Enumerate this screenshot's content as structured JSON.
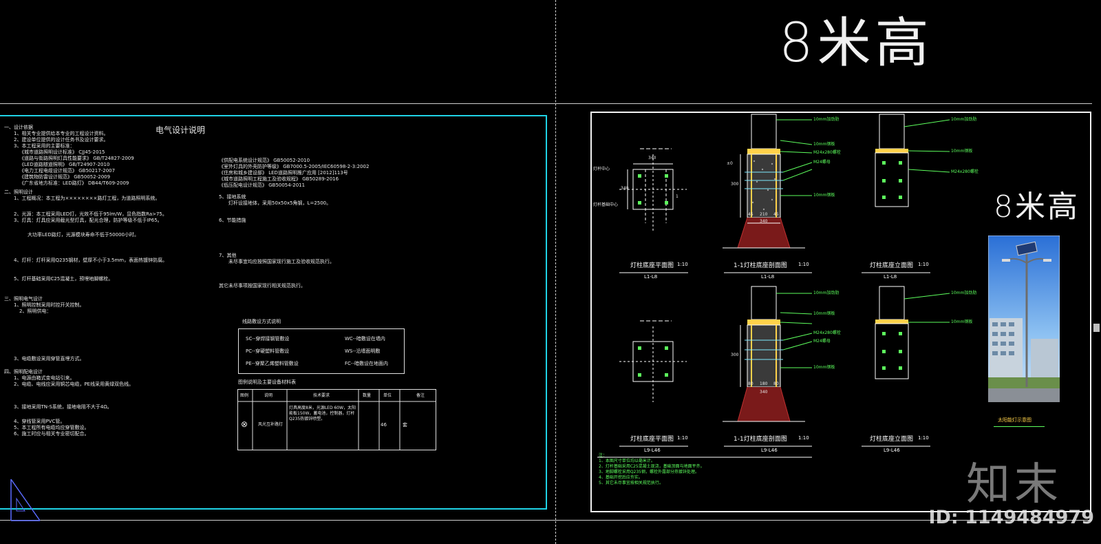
{
  "titles": {
    "header_big": "8米高",
    "side_big": "8米高",
    "design_title": "电气设计说明"
  },
  "notes": [
    "一、设计依据",
    "1、相关专业提供给本专业的工程设计资料。",
    "2、建设单位提供的设计任务书及设计要求。",
    "3、本工程采用的主要标准：",
    "《城市道路照明设计标准》 CJJ45-2015",
    "《道路与街路照明灯具性能要求》 GB/T24827-2009",
    "《LED道路隧道照明》 GB/T24907-2010",
    "《电力工程电缆设计规范》 GB50217-2007",
    "《建筑物防雷设计规范》 GB50052-2009",
    "《广东省地方标准：LED路灯》 DB44/T609-2009",
    "二、照明设计",
    "1、工程概况：本工程为××××××××路灯工程，为道路照明系统。",
    "2、光源：本工程采用LED灯，光效不低于95lm/W，显色指数Ra>75。",
    "3、灯具：灯具应采用截光型灯具，配光合理，防护等级不低于IP65。",
    "大功率LED路灯，光源模块寿命不低于50000小时。",
    "4、灯杆：灯杆采用Q235钢材，壁厚不小于3.5mm，表面热镀锌防腐。",
    "5、灯杆基础采用C25混凝土，预埋地脚螺栓。",
    "三、照明电气设计",
    "1、照明控制采用时控开关控制。",
    "2、照明供电：",
    "3、电缆敷设采用穿管直埋方式。",
    "四、照明配电设计",
    "1、电源由箱式变电站引来。",
    "2、电缆、电线应采用铜芯电缆，PE线采用黄绿双色线。",
    "3、接地采用TN-S系统，接地电阻不大于4Ω。",
    "4、穿线管采用PVC管。",
    "5、本工程所有电缆均应穿管敷设。",
    "6、施工时应与相关专业密切配合。"
  ],
  "notes_mid": [
    "《供配电系统设计规范》 GB50052-2010",
    "《室外灯具的外壳防护等级》 GB7000.5-2005/IEC60598-2-3:2002",
    "《住房和城乡建设部》 LED道路照明推广应用 [2012]113号",
    "《城市道路照明工程施工及验收规程》 GB50289-2016",
    "《低压配电设计规范》 GB50054-2011",
    "5、接地系统",
    "灯杆设接地体，采用50x50x5角钢，L=2500。",
    "6、节能措施",
    "7、其他",
    "未尽事宜均应按照国家现行施工及验收规范执行。",
    "其它未尽事项按国家现行相关规范执行。"
  ],
  "legend": {
    "title": "线路敷设方式说明",
    "items": [
      "SC--穿焊接钢管敷设",
      "PC--穿硬塑料管敷设",
      "PE--穿聚乙烯塑料管敷设",
      "WC--暗敷设在墙内",
      "WS--沿墙面明敷",
      "FC--暗敷设在地面内"
    ]
  },
  "table": {
    "title": "图例说明及主要设备材料表",
    "headers": [
      "图例",
      "说明",
      "技术要求",
      "数量",
      "单位",
      "备注"
    ],
    "row": [
      "⊗",
      "风光互补路灯",
      "灯具高度8米，光源LED 60W，太阳能板150W，蓄电池，控制器，灯杆Q235热镀锌喷塑。",
      "46",
      "套",
      ""
    ]
  },
  "drawings": [
    {
      "caption": "灯柱底座平面图",
      "scale": "1:10",
      "code": "L1-L8"
    },
    {
      "caption": "1-1灯柱底座剖面图",
      "scale": "1:10",
      "code": "L1-L8"
    },
    {
      "caption": "灯柱底座立面图",
      "scale": "1:10",
      "code": "L1-L8"
    },
    {
      "caption": "灯柱底座平面图",
      "scale": "1:10",
      "code": "L9-L46"
    },
    {
      "caption": "1-1灯柱底座剖面图",
      "scale": "1:10",
      "code": "L9-L46"
    },
    {
      "caption": "灯柱底座立面图",
      "scale": "1:10",
      "code": "L9-L46"
    }
  ],
  "dims": {
    "plan_top": "340",
    "plan_side": "340",
    "section_h": "300",
    "section_w1": [
      "45",
      "210",
      "45"
    ],
    "section_total": "340",
    "section2_w": [
      "80",
      "180",
      "80"
    ],
    "section2_total": "340"
  },
  "labels": {
    "bolt": "M24x280螺栓",
    "nut": "M24螺母",
    "plate": "10mm钢板",
    "stiffener": "10mm加劲肋",
    "gap": "10mm钢板",
    "mark": "1",
    "level": "±0",
    "plan_left_a": "灯杆中心",
    "plan_left_b": "灯杆基础中心",
    "photo_caption": "太阳能灯示意图"
  },
  "bottom_notes": [
    "注：",
    "1、本图尺寸单位均以毫米计。",
    "2、灯杆基础采用C25混凝土现浇，基础顶面与地面平齐。",
    "3、地脚螺栓采用Q235钢，螺栓外露部分热镀锌处理。",
    "4、基础开挖后应夯实。",
    "5、其它未尽事宜按相关规范执行。"
  ],
  "watermark": {
    "logo": "知末",
    "id": "ID: 1149484979"
  }
}
